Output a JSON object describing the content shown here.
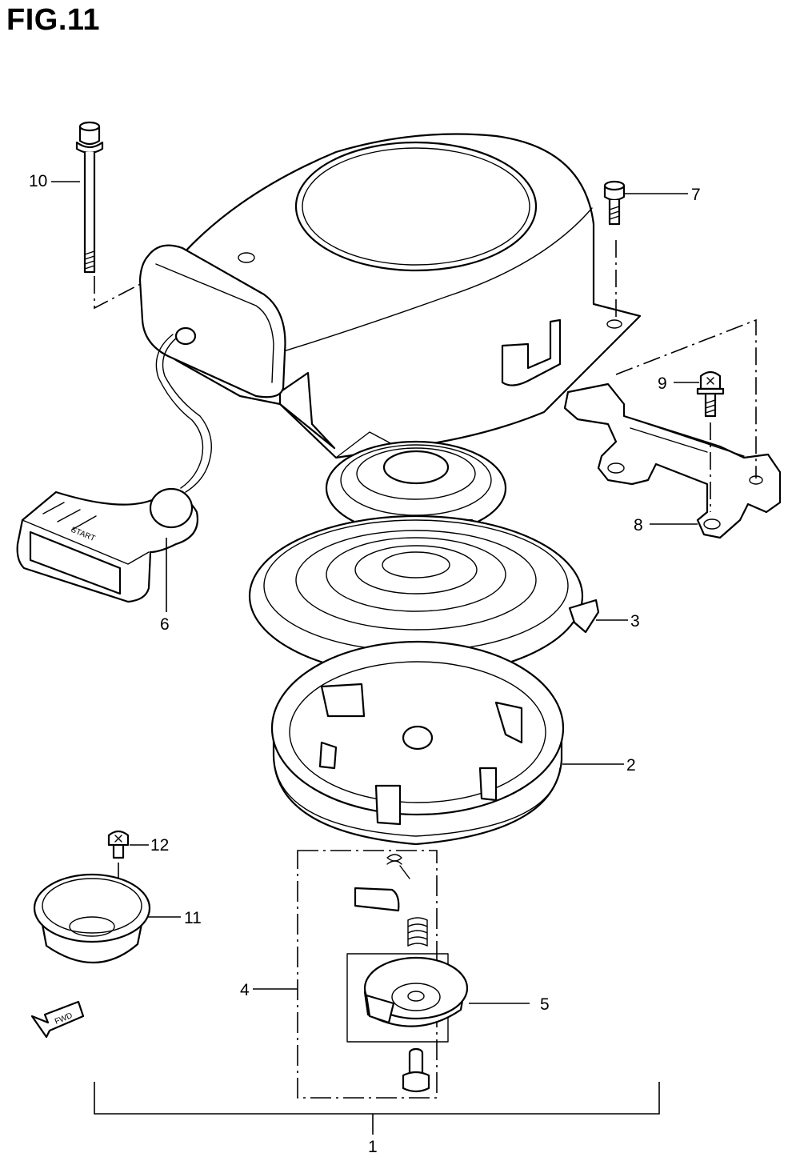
{
  "figure": {
    "title": "FIG.11",
    "fwd_marker": "FWD",
    "handle_text": "START"
  },
  "callouts": [
    {
      "id": "1",
      "label": "1"
    },
    {
      "id": "2",
      "label": "2"
    },
    {
      "id": "3",
      "label": "3"
    },
    {
      "id": "4",
      "label": "4"
    },
    {
      "id": "5",
      "label": "5"
    },
    {
      "id": "6",
      "label": "6"
    },
    {
      "id": "7",
      "label": "7"
    },
    {
      "id": "8",
      "label": "8"
    },
    {
      "id": "9",
      "label": "9"
    },
    {
      "id": "10",
      "label": "10"
    },
    {
      "id": "11",
      "label": "11"
    },
    {
      "id": "12",
      "label": "12"
    }
  ]
}
